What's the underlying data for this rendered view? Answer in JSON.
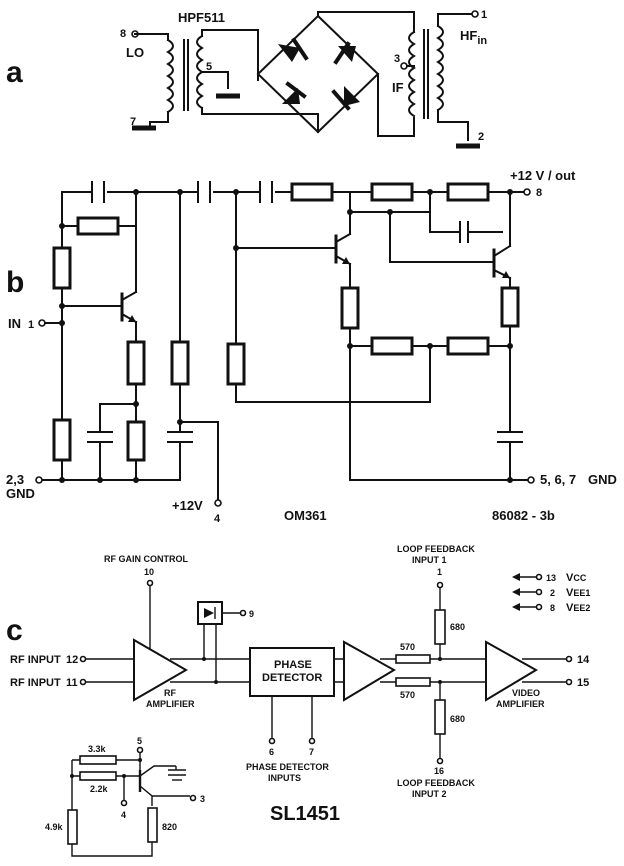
{
  "section_labels": {
    "a": "a",
    "b": "b",
    "c": "c"
  },
  "a": {
    "device": "HPF511",
    "lo": "LO",
    "if": "IF",
    "hf": "HF",
    "hf_sub": "in",
    "pins": {
      "p8": "8",
      "p5": "5",
      "p7": "7",
      "p1": "1",
      "p3": "3",
      "p2": "2"
    }
  },
  "b": {
    "supply_out": "+12 V / out",
    "pin8": "8",
    "in_label": "IN",
    "in_pin": "1",
    "gnd_pins": "2,3",
    "gnd_label": "GND",
    "supply_in": "+12V",
    "supply_pin": "4",
    "device": "OM361",
    "code": "86082 - 3b",
    "gnd_right_pins": "5, 6, 7",
    "gnd_right_label": "GND"
  },
  "c": {
    "rf_gain_control": "RF GAIN CONTROL",
    "pin10": "10",
    "pin9": "9",
    "loop_fb1_line1": "LOOP FEEDBACK",
    "loop_fb1_line2": "INPUT 1",
    "pin1": "1",
    "pin13": "13",
    "vcc": "V",
    "vcc_sub": "CC",
    "pin2": "2",
    "vee1": "V",
    "vee1_sub": "EE1",
    "pin8": "8",
    "vee2": "V",
    "vee2_sub": "EE2",
    "rf_input1": "RF INPUT",
    "pin12": "12",
    "rf_input2": "RF INPUT",
    "pin11": "11",
    "phase_detector_line1": "PHASE",
    "phase_detector_line2": "DETECTOR",
    "rf_amp_line1": "RF",
    "rf_amp_line2": "AMPLIFIER",
    "r570a": "570",
    "r570b": "570",
    "r680a": "680",
    "r680b": "680",
    "pin14": "14",
    "pin15": "15",
    "video_amp_line1": "VIDEO",
    "video_amp_line2": "AMPLIFIER",
    "pin6": "6",
    "pin7": "7",
    "pd_inputs_line1": "PHASE DETECTOR",
    "pd_inputs_line2": "INPUTS",
    "pin16": "16",
    "loop_fb2_line1": "LOOP FEEDBACK",
    "loop_fb2_line2": "INPUT 2",
    "device": "SL1451",
    "r33k": "3.3k",
    "r22k": "2.2k",
    "r49k": "4.9k",
    "r820": "820",
    "pin5": "5",
    "pin4": "4",
    "pin3": "3"
  }
}
